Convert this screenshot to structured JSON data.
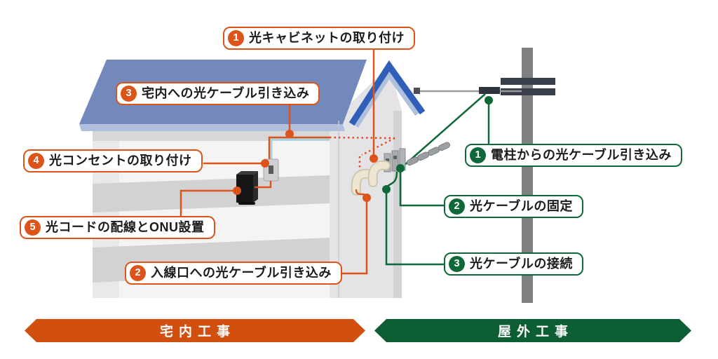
{
  "diagram": {
    "type": "fiber-optic-installation-steps",
    "colors": {
      "indoor_accent": "#DD541A",
      "outdoor_accent": "#0F6838",
      "roof_blue": "#7389BC",
      "roof_trim_blue": "#2F5FB8",
      "hidden_cable_dotted": "#E34B28"
    }
  },
  "indoor": {
    "banner_label": "宅内工事",
    "callouts": [
      {
        "num": "1",
        "label": "光キャビネットの取り付け"
      },
      {
        "num": "2",
        "label": "入線口への光ケーブル引き込み"
      },
      {
        "num": "3",
        "label": "宅内への光ケーブル引き込み"
      },
      {
        "num": "4",
        "label": "光コンセントの取り付け"
      },
      {
        "num": "5",
        "label": "光コードの配線とONU設置"
      }
    ]
  },
  "outdoor": {
    "banner_label": "屋外工事",
    "callouts": [
      {
        "num": "1",
        "label": "電柱からの光ケーブル引き込み"
      },
      {
        "num": "2",
        "label": "光ケーブルの固定"
      },
      {
        "num": "3",
        "label": "光ケーブルの接続"
      }
    ]
  }
}
